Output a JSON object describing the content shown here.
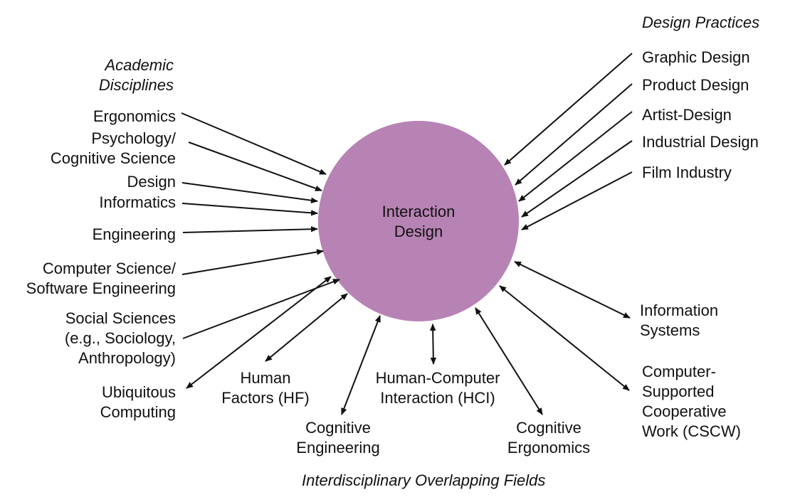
{
  "center": {
    "line1": "Interaction",
    "line2": "Design"
  },
  "headings": {
    "academic_l1": "Academic",
    "academic_l2": "Disciplines",
    "design_practices": "Design Practices",
    "interdisciplinary": "Interdisciplinary Overlapping Fields"
  },
  "academic": [
    [
      "Ergonomics"
    ],
    [
      "Psychology/",
      "Cognitive Science"
    ],
    [
      "Design"
    ],
    [
      "Informatics"
    ],
    [
      "Engineering"
    ],
    [
      "Computer Science/",
      "Software Engineering"
    ],
    [
      "Social Sciences",
      "(e.g., Sociology,",
      "Anthropology)"
    ]
  ],
  "design": [
    [
      "Graphic Design"
    ],
    [
      "Product Design"
    ],
    [
      "Artist-Design"
    ],
    [
      "Industrial Design"
    ],
    [
      "Film Industry"
    ]
  ],
  "fields": [
    [
      "Ubiquitous",
      "Computing"
    ],
    [
      "Human",
      "Factors (HF)"
    ],
    [
      "Cognitive",
      "Engineering"
    ],
    [
      "Human-Computer",
      "Interaction (HCI)"
    ],
    [
      "Cognitive",
      "Ergonomics"
    ],
    [
      "Information",
      "Systems"
    ],
    [
      "Computer-",
      "Supported",
      "Cooperative",
      "Work (CSCW)"
    ]
  ],
  "colors": {
    "circle": "#b783b5",
    "ink": "#111111"
  }
}
